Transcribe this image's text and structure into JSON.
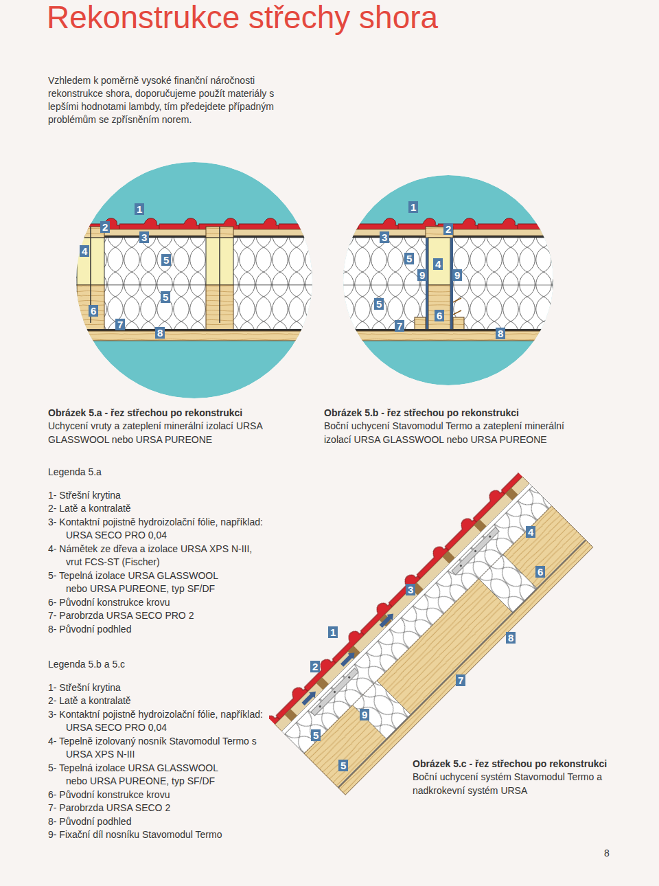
{
  "diagram": {
    "title": "Rekonstrukce střechy shora",
    "labels": [
      "Vzhledem k poměrně vysoké finanční náročnosti rekonstrukce shora, doporučujeme použít materiály s lepšími hodnotami lambdy, tím předejdete případným problémům se zpřísněním norem.",
      "Obrázek 5.a - řez střechou po rekonstrukci",
      "Uchycení vruty a zateplení minerální izolací URSA GLASSWOOL nebo URSA PUREONE",
      "Obrázek 5.b - řez střechou po rekonstrukci",
      "Boční uchycení Stavomodul Termo a zateplení minerální izolací URSA GLASSWOOL nebo URSA PUREONE",
      "Legenda 5.a",
      "1- Střešní krytina",
      "2- Latě a kontralatě",
      "3- Kontaktní pojistně hydroizolační fólie, například: URSA SECO PRO 0,04",
      "4- Námětek ze dřeva a izolace URSA XPS N-III, vrut FCS-ST (Fischer)",
      "5- Tepelná izolace URSA GLASSWOOL nebo URSA PUREONE, typ SF/DF",
      "6- Původní konstrukce krovu",
      "7- Parobrzda URSA SECO PRO 2",
      "8- Původní podhled",
      "Legenda 5.b a 5.c",
      "1- Střešní krytina",
      "2- Latě a kontralatě",
      "3- Kontaktní pojistně hydroizolační fólie, například: URSA SECO PRO 0,04",
      "4- Tepelně izolovaný nosník Stavomodul Termo s URSA XPS N-III",
      "5- Tepelná izolace URSA GLASSWOOL nebo URSA PUREONE, typ SF/DF",
      "6- Původní konstrukce krovu",
      "7- Parobrzda URSA SECO 2",
      "8- Původní podhled",
      "9- Fixační díl nosníku Stavomodul Termo",
      "Obrázek 5.c - řez střechou po rekonstrukci",
      "Boční uchycení systém Stavomodul Termo a nadkrokevní systém URSA",
      "8",
      "1",
      "2",
      "3",
      "4",
      "5",
      "5",
      "6",
      "7",
      "8",
      "1",
      "3",
      "2",
      "5",
      "9",
      "4",
      "9",
      "5",
      "6",
      "7",
      "8",
      "4",
      "6",
      "3",
      "1",
      "8",
      "2",
      "7",
      "9",
      "5",
      "5"
    ]
  }
}
